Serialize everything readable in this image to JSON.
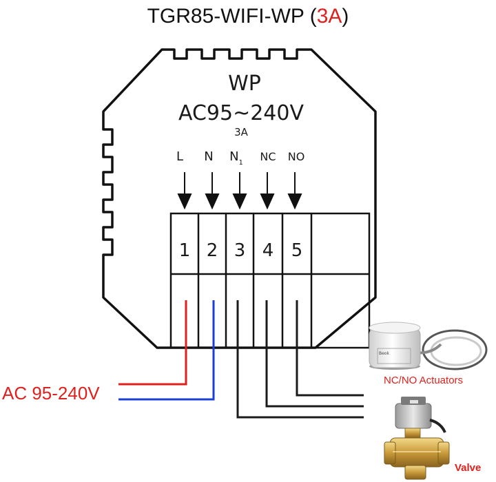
{
  "title": {
    "main": "TGR85-WIFI-WP (",
    "accent": "3A",
    "close": ")"
  },
  "device": {
    "model": "WP",
    "voltage": "AC95~240V",
    "current": "3A"
  },
  "terminals": [
    {
      "label": "L",
      "number": "1"
    },
    {
      "label": "N",
      "number": "2"
    },
    {
      "label": "N",
      "sub": "1",
      "number": "3"
    },
    {
      "label": "NC",
      "number": "4"
    },
    {
      "label": "NO",
      "number": "5"
    }
  ],
  "supply": {
    "label": "AC 95-240V",
    "line_color": "#e0201c",
    "neutral_color": "#1a3fd6"
  },
  "actuator": {
    "label": "NC/NO Actuators",
    "body_text": "Beok"
  },
  "valve": {
    "label": "Valve"
  },
  "colors": {
    "accent": "#e0201c",
    "outline": "#111111",
    "wire": "#1a1a1a"
  }
}
